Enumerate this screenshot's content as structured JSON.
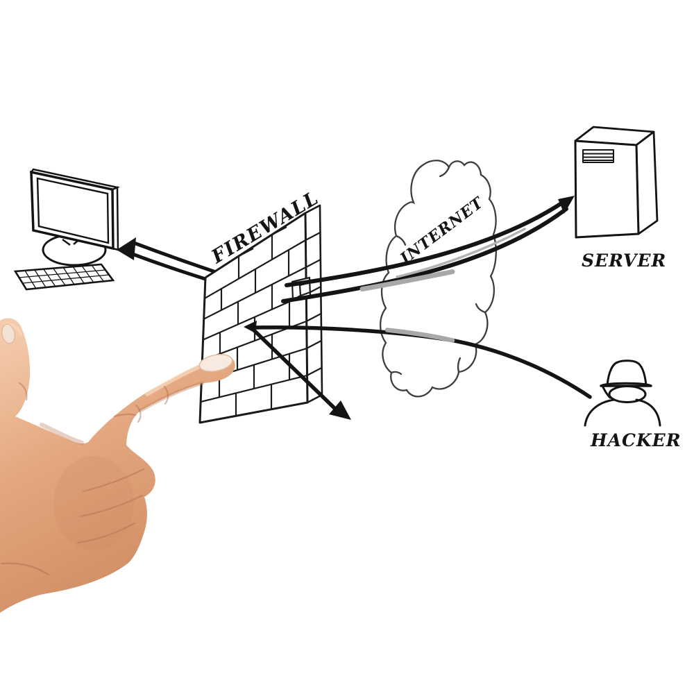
{
  "diagram": {
    "labels": {
      "firewall": "FIREWALL",
      "internet": "INTERNET",
      "server": "SERVER",
      "hacker": "HACKER"
    },
    "nodes": [
      {
        "id": "computer",
        "type": "desktop-computer-with-keyboard",
        "label": ""
      },
      {
        "id": "firewall",
        "type": "brick-wall-3d",
        "label": "FIREWALL"
      },
      {
        "id": "internet",
        "type": "cloud",
        "label": "INTERNET"
      },
      {
        "id": "server",
        "type": "server-tower-3d",
        "label": "SERVER"
      },
      {
        "id": "hacker",
        "type": "spy-silhouette-with-fedora",
        "label": "HACKER"
      },
      {
        "id": "hand",
        "type": "photographic-pointing-hand",
        "label": ""
      }
    ],
    "edges": [
      {
        "from": "firewall",
        "to": "server",
        "via": "internet",
        "style": "double-line",
        "arrowhead": "at-server"
      },
      {
        "from": "firewall",
        "to": "computer",
        "style": "double-line-ribbon",
        "arrowhead": "at-computer"
      },
      {
        "from": "hacker",
        "to": "firewall",
        "via": "internet",
        "style": "single-line",
        "arrowhead": "at-firewall"
      },
      {
        "from": "firewall",
        "style": "deflected-attack",
        "arrowhead": "down-right"
      }
    ],
    "colors": {
      "background": "#ffffff",
      "ink": "#141414",
      "cloud_outline": "#3d3d3d",
      "line_shadow": "#a8a8a8",
      "skin_light": "#f2c6a6",
      "skin_mid": "#e0a077",
      "skin_dark": "#c8835c"
    }
  }
}
